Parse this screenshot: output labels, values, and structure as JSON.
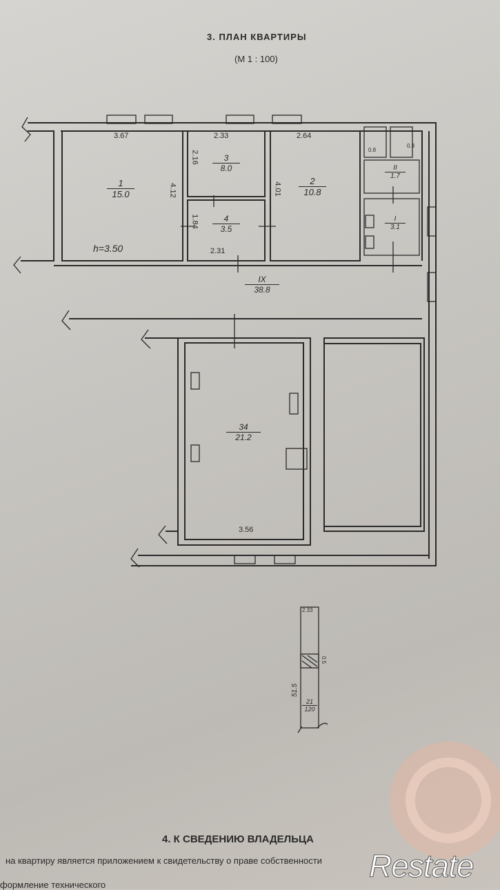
{
  "header": {
    "title": "3. ПЛАН КВАРТИРЫ",
    "scale": "(М 1 : 100)"
  },
  "rooms": [
    {
      "number": "1",
      "area": "15.0"
    },
    {
      "number": "3",
      "area": "8.0"
    },
    {
      "number": "4",
      "area": "3.5"
    },
    {
      "number": "2",
      "area": "10.8"
    },
    {
      "number": "II",
      "area": "1.7"
    },
    {
      "number": "I",
      "area": "3.1"
    },
    {
      "number": "IX",
      "area": "38.8"
    },
    {
      "number": "34",
      "area": "21.2"
    },
    {
      "number": "21",
      "area": "120"
    }
  ],
  "dimensions": {
    "room1_width": "3.67",
    "room3_width": "2.33",
    "room2_width": "2.64",
    "room1_length": "4.12",
    "room3_length": "2.16",
    "room4_length": "1.84",
    "room2_length": "4.01",
    "room4_width": "2.31",
    "height": "h=3.50",
    "kitchen_width": "3.56",
    "stair_top": "2.33",
    "stair_length": "51.5",
    "stair_mid": "0.5",
    "wc1": "0.8",
    "wc2": "0.8"
  },
  "footer": {
    "section_title": "4. К СВЕДЕНИЮ ВЛАДЕЛЬЦА",
    "line1": "на квартиру является приложением   к свидетельству о праве собственности",
    "line2": "формление технического"
  },
  "watermark": {
    "text": "Restate"
  },
  "colors": {
    "paper": "#cfcdc8",
    "ink": "#2a2a2a",
    "watermark": "#e8b5a0"
  }
}
